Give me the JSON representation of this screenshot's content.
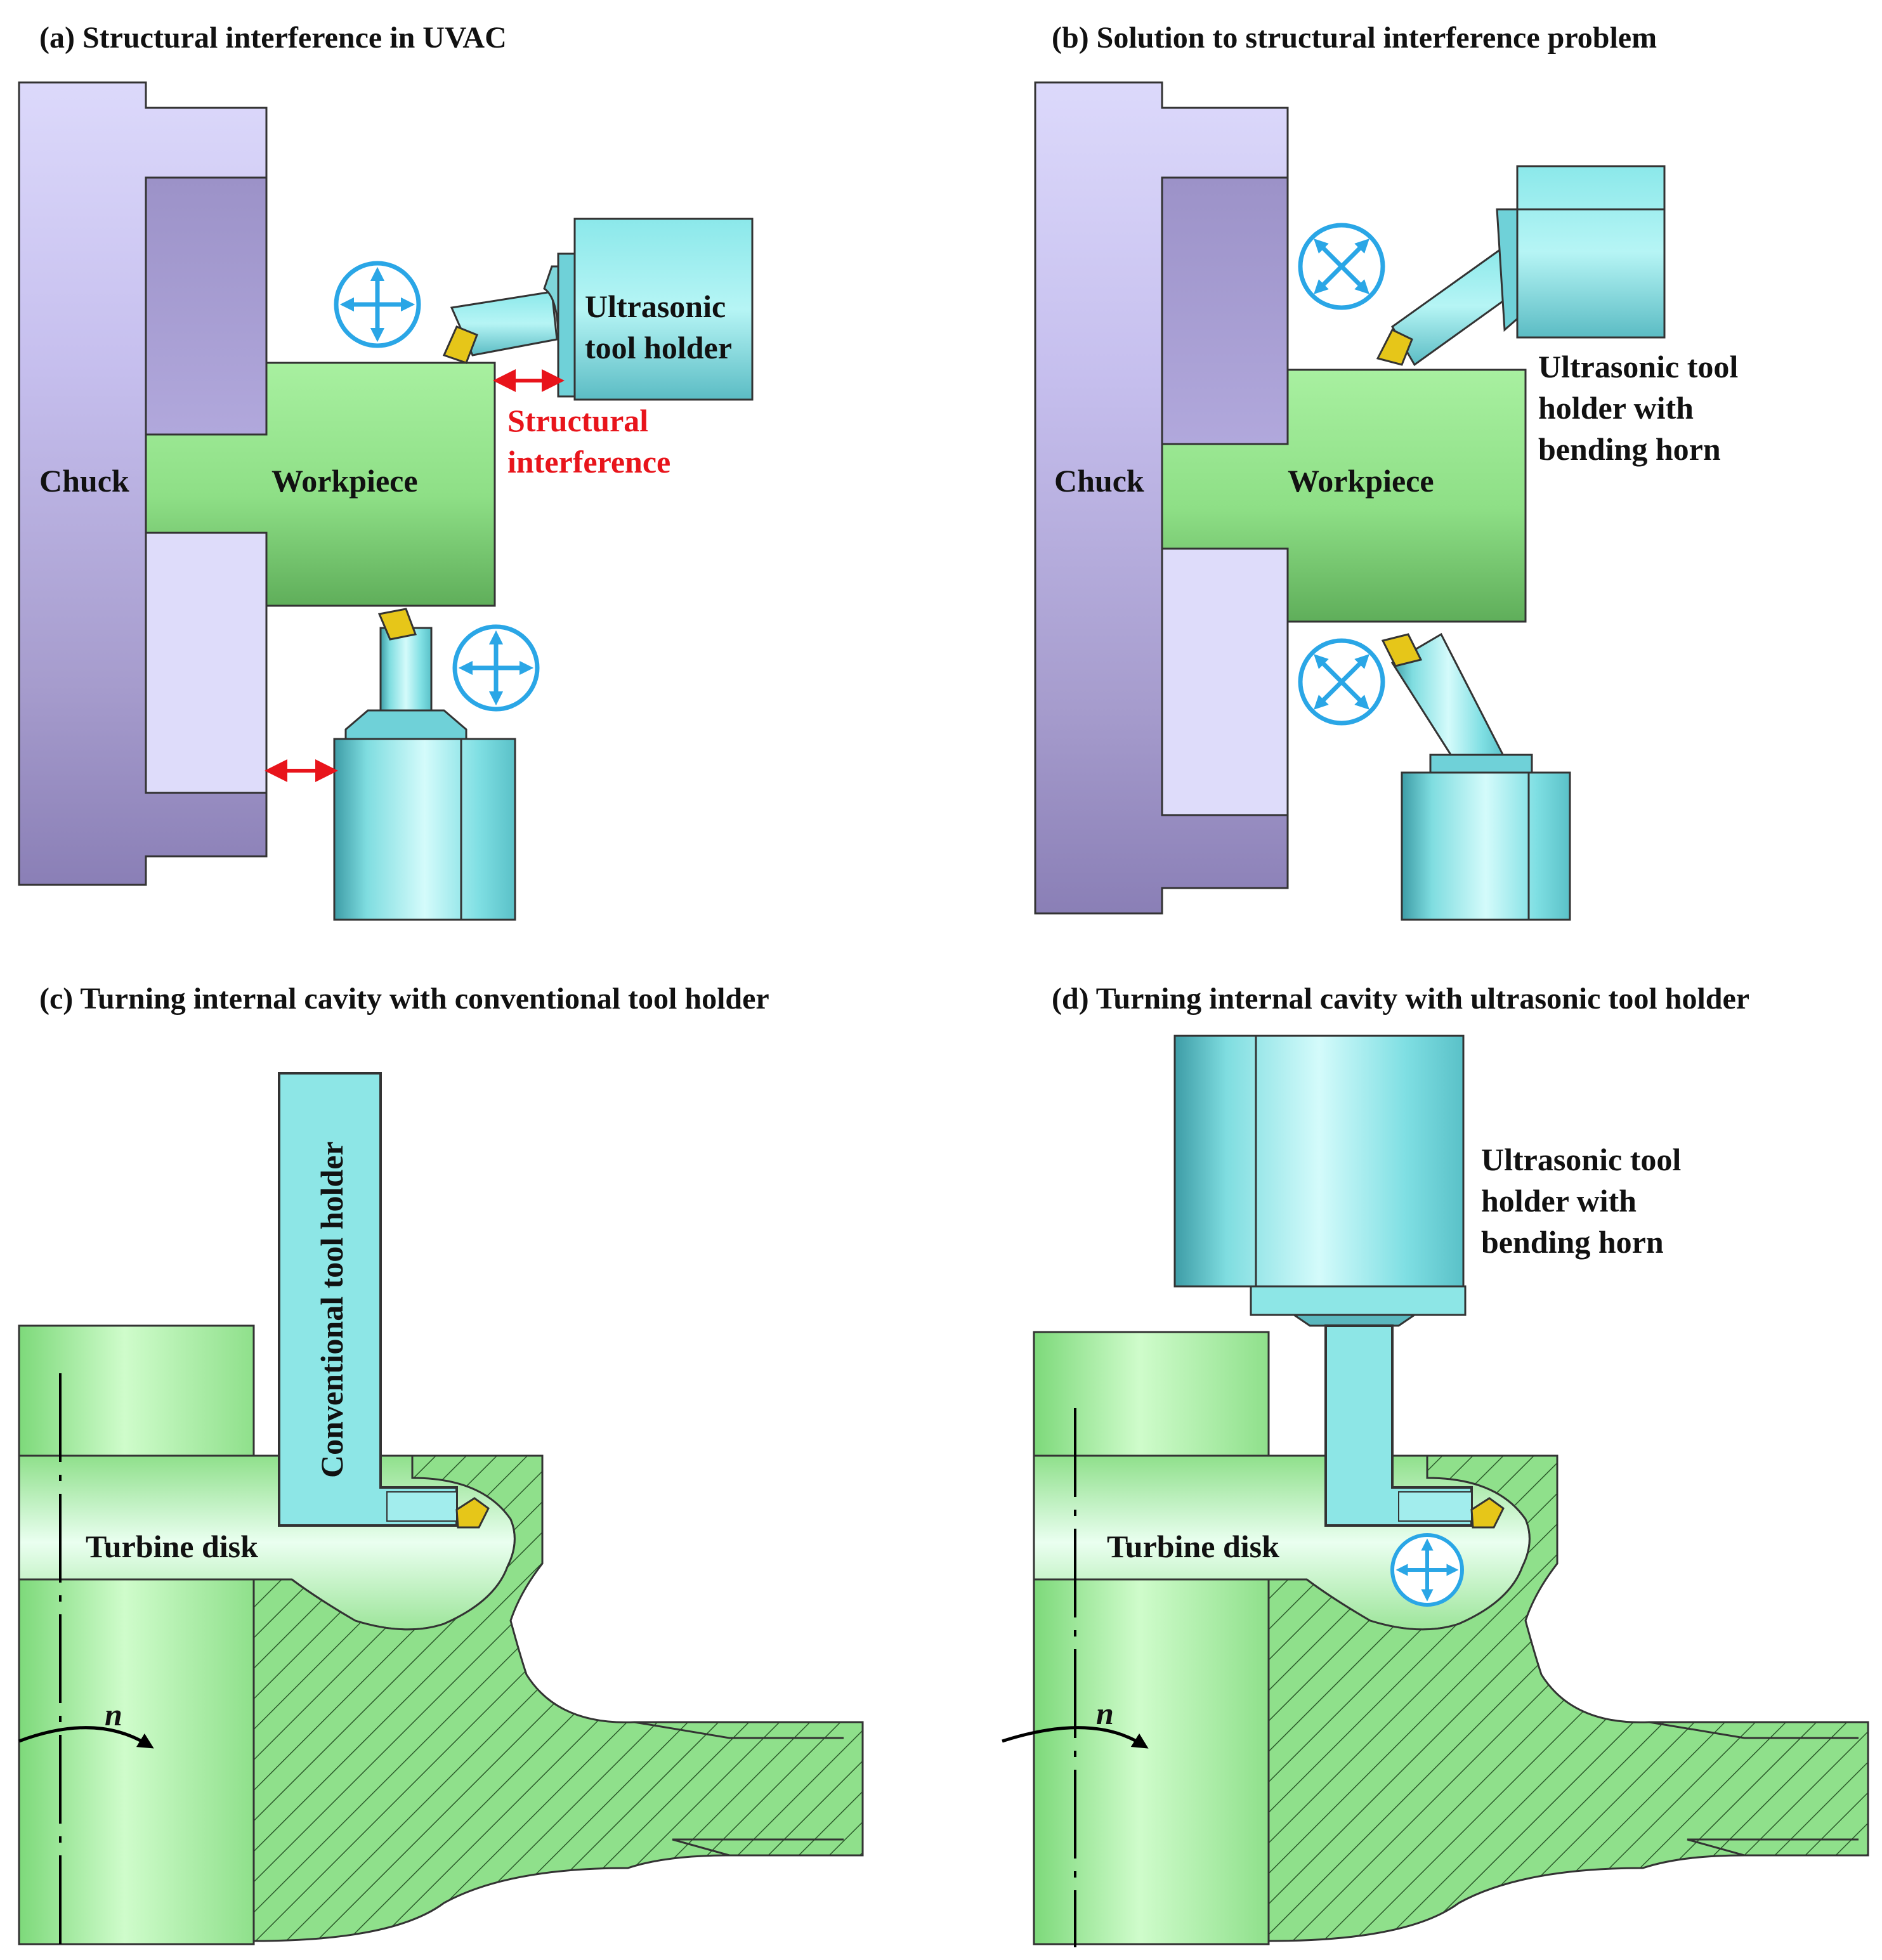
{
  "panels": [
    {
      "title": "(a) Structural interference in UVAC",
      "chuck_label": "Chuck",
      "workpiece_label": "Workpiece",
      "holder_label": [
        "Ultrasonic",
        "tool holder"
      ],
      "interference_label": [
        "Structural",
        "interference"
      ]
    },
    {
      "title": "(b) Solution to structural interference problem",
      "chuck_label": "Chuck",
      "workpiece_label": "Workpiece",
      "holder_label": [
        "Ultrasonic tool",
        "holder with",
        "bending horn"
      ]
    },
    {
      "title": "(c) Turning internal cavity with conventional tool holder",
      "holder_label": "Conventional tool holder",
      "disk_label": "Turbine disk",
      "rotation_label": "n"
    },
    {
      "title": "(d) Turning internal cavity with ultrasonic tool holder",
      "holder_label": [
        "Ultrasonic tool",
        "holder with",
        "bending horn"
      ],
      "disk_label": "Turbine disk",
      "rotation_label": "n"
    }
  ],
  "colors": {
    "chuck": "#a69ccd",
    "chuck_light": "#dcdcf6",
    "workpiece": "#8fdc8a",
    "tool_holder": "#8de6e6",
    "insert": "#e6c619",
    "arrow_blue": "#2aa6e6",
    "interference_red": "#e8141b"
  }
}
